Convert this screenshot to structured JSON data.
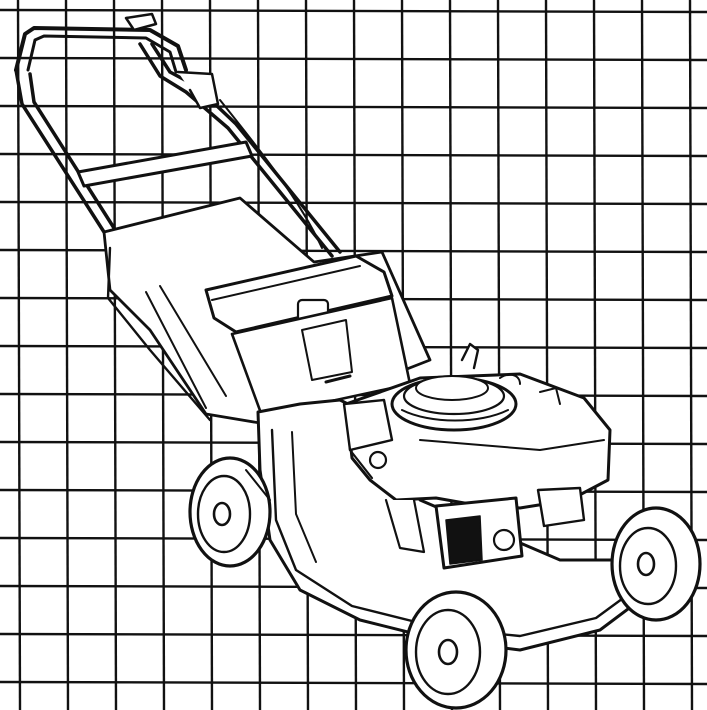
{
  "image": {
    "subject": "lawn-mower",
    "style": "black-line-drawing",
    "background": "square-grid"
  },
  "colors": {
    "paper": "#ffffff",
    "ink": "#111111"
  }
}
